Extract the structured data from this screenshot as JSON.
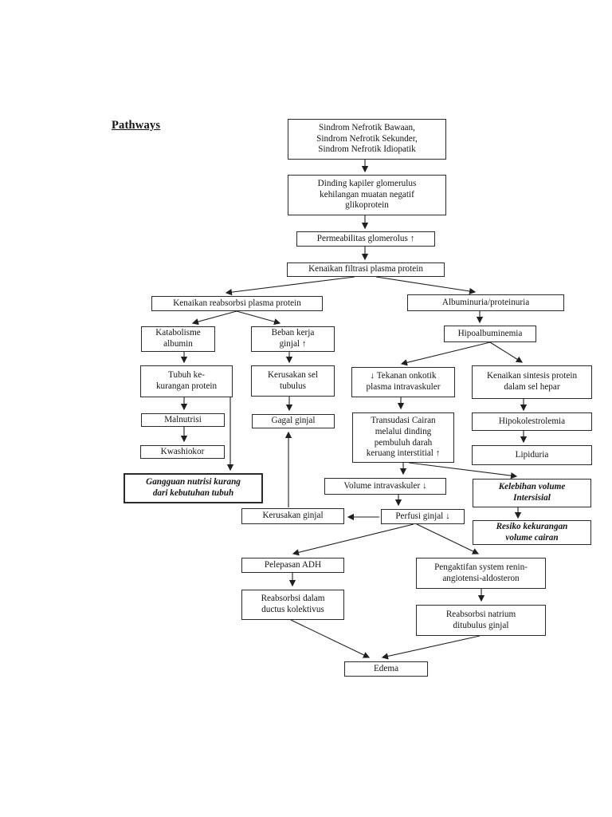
{
  "page": {
    "title": "Pathways"
  },
  "colors": {
    "background": "#ffffff",
    "box_border": "#2b2b2b",
    "line": "#1f1f1f",
    "text": "#141414"
  },
  "nodes": {
    "sindrom": {
      "label": "Sindrom Nefrotik Bawaan,\nSindrom Nefrotik Sekunder,\nSindrom Nefrotik Idiopatik"
    },
    "dinding": {
      "label": "Dinding kapiler glomerulus\nkehilangan muatan negatif\nglikoprotein"
    },
    "permeabilitas": {
      "label": "Permeabilitas glomerolus ↑"
    },
    "filtrasi": {
      "label": "Kenaikan filtrasi plasma protein"
    },
    "reabsorbsi_plasma": {
      "label": "Kenaikan reabsorbsi plasma protein"
    },
    "albuminuria": {
      "label": "Albuminuria/proteinuria"
    },
    "katabolisme": {
      "label": "Katabolisme\nalbumin"
    },
    "beban_kerja": {
      "label": "Beban kerja\nginjal ↑"
    },
    "hipoalbuminemia": {
      "label": "Hipoalbuminemia"
    },
    "tubuh_kekurangan": {
      "label": "Tubuh ke-\nkurangan protein"
    },
    "kerusakan_sel": {
      "label": "Kerusakan sel\ntubulus"
    },
    "tekanan_onkotik": {
      "label": "↓ Tekanan onkotik\nplasma intravaskuler"
    },
    "sintesis_protein": {
      "label": "Kenaikan sintesis protein\ndalam sel hepar"
    },
    "malnutrisi": {
      "label": "Malnutrisi"
    },
    "gagal_ginjal": {
      "label": "Gagal ginjal"
    },
    "transudasi": {
      "label": "Transudasi Cairan\nmelalui dinding\npembuluh darah\nkeruang interstitial ↑"
    },
    "hipokolestrolemia": {
      "label": "Hipokolestrolemia"
    },
    "lipiduria": {
      "label": "Lipiduria"
    },
    "kwashiokor": {
      "label": "Kwashiokor"
    },
    "gangguan_nutrisi": {
      "label": "Gangguan nutrisi kurang\ndari kebutuhan tubuh"
    },
    "volume_intravaskuler": {
      "label": "Volume intravaskuler ↓"
    },
    "kelebihan_volume": {
      "label": "Kelebihan volume\nIntersisial"
    },
    "kerusakan_ginjal": {
      "label": "Kerusakan ginjal"
    },
    "perfusi_ginjal": {
      "label": "Perfusi ginjal ↓"
    },
    "resiko_kekurangan": {
      "label": "Resiko kekurangan\nvolume cairan"
    },
    "pelepasan_adh": {
      "label": "Pelepasan ADH"
    },
    "pengaktifan_renin": {
      "label": "Pengaktifan system renin-\nangiotensi-aldosteron"
    },
    "reabsorbsi_ductus": {
      "label": "Reabsorbsi dalam\nductus kolektivus"
    },
    "reabsorbsi_natrium": {
      "label": "Reabsorbsi natrium\nditubulus ginjal"
    },
    "edema": {
      "label": "Edema"
    }
  }
}
